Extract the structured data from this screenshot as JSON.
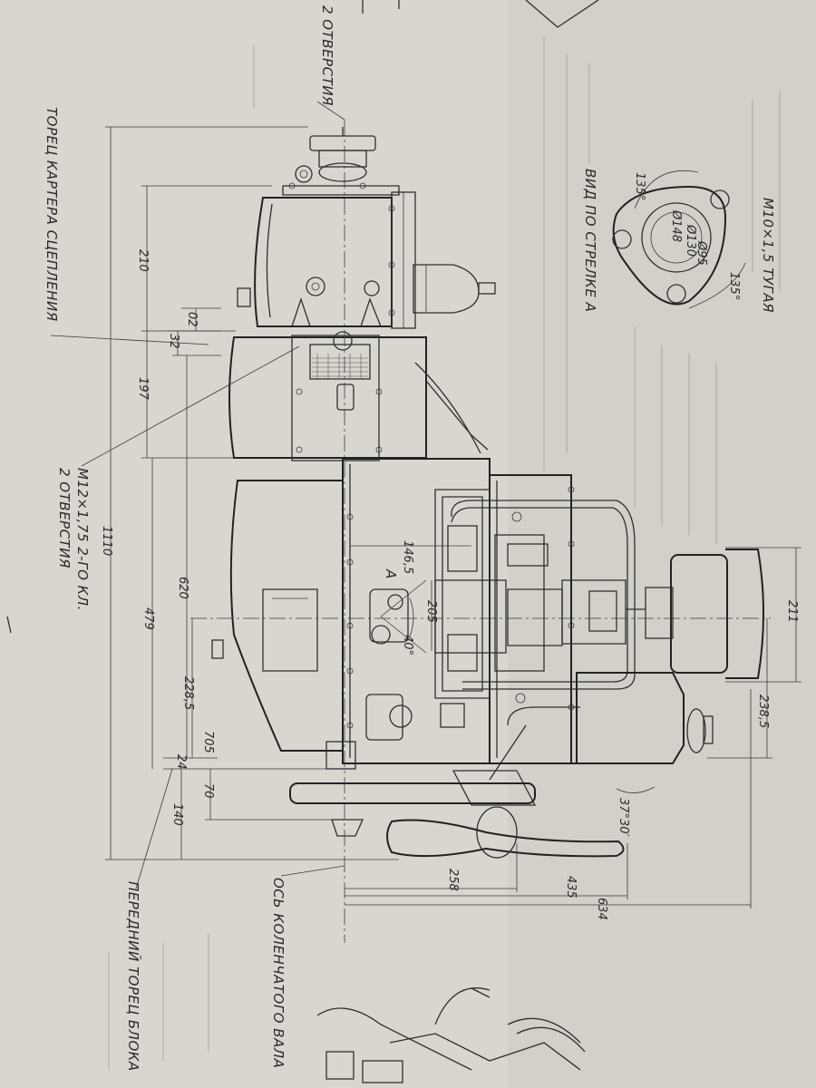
{
  "labels": {
    "two_holes_top": "2 ОТВЕРСТИЯ",
    "clutch_housing_face": "ТОРЕЦ КАРТЕРА СЦЕПЛЕНИЯ",
    "thread_two_holes_line1": "М12×1,75 2-ГО КЛ.",
    "thread_two_holes_line2": "2 ОТВЕРСТИЯ",
    "block_front_face": "ПЕРЕДНИЙ ТОРЕЦ БЛОКА",
    "crankshaft_axis": "ОСЬ КОЛЕНЧАТОГО ВАЛА",
    "view_arrow_a": "ВИД ПО СТРЕЛКЕ А",
    "thread_m10": "М10×1,5 ТУГАЯ",
    "arrow_a": "А"
  },
  "dimensions": {
    "d210": "210",
    "d02": "02",
    "d32": "32",
    "d197": "197",
    "d1110": "1110",
    "d620": "620",
    "d479": "479",
    "d228_5": "228,5",
    "d705": "705",
    "d24": "24",
    "d70": "70",
    "d140": "140",
    "d146_5": "146,5",
    "d40": "40°",
    "d205": "205",
    "d211": "211",
    "d238_5": "238,5",
    "d37_30": "37°30′",
    "d258": "258",
    "d435": "435",
    "d634": "634",
    "d135a": "135°",
    "d135b": "135°",
    "d148": "Ø148",
    "d130": "Ø130",
    "d95": "Ø95"
  }
}
